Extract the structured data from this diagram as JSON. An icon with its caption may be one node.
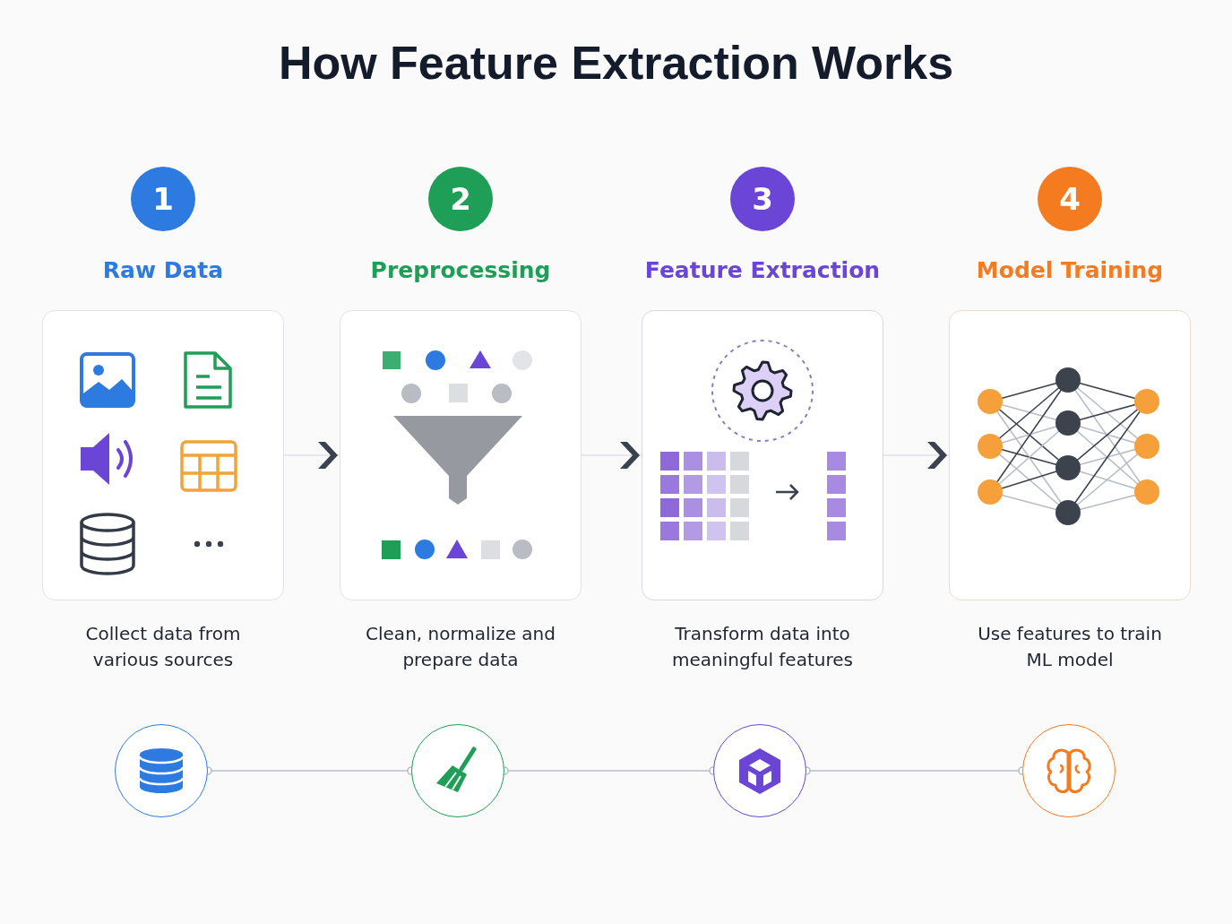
{
  "diagram": {
    "title": "How Feature Extraction Works",
    "nodes": [
      {
        "text": [
          "1",
          "Raw Data",
          "Collect data from various sources"
        ]
      },
      {
        "text": [
          "2",
          "Preprocessing",
          "Clean, normalize and prepare data"
        ]
      },
      {
        "text": [
          "3",
          "Feature Extraction",
          "Transform data into meaningful features"
        ]
      },
      {
        "text": [
          "4",
          "Model Training",
          "Use features to train ML model"
        ]
      },
      {
        "text": [],
        "shape": "circle"
      },
      {
        "text": [],
        "shape": "circle"
      },
      {
        "text": [],
        "shape": "circle"
      },
      {
        "text": [],
        "shape": "circle"
      }
    ],
    "edges": [
      {
        "from": 0,
        "to": 1,
        "arrow": "to"
      },
      {
        "from": 1,
        "to": 2,
        "arrow": "to"
      },
      {
        "from": 2,
        "to": 3,
        "arrow": "to"
      },
      {
        "from": 4,
        "to": 5,
        "arrow": "other",
        "color": "#c9ced6"
      },
      {
        "from": 5,
        "to": 6,
        "arrow": "other",
        "color": "#c9ced6"
      },
      {
        "from": 6,
        "to": 7,
        "arrow": "other",
        "color": "#c9ced6"
      }
    ]
  }
}
